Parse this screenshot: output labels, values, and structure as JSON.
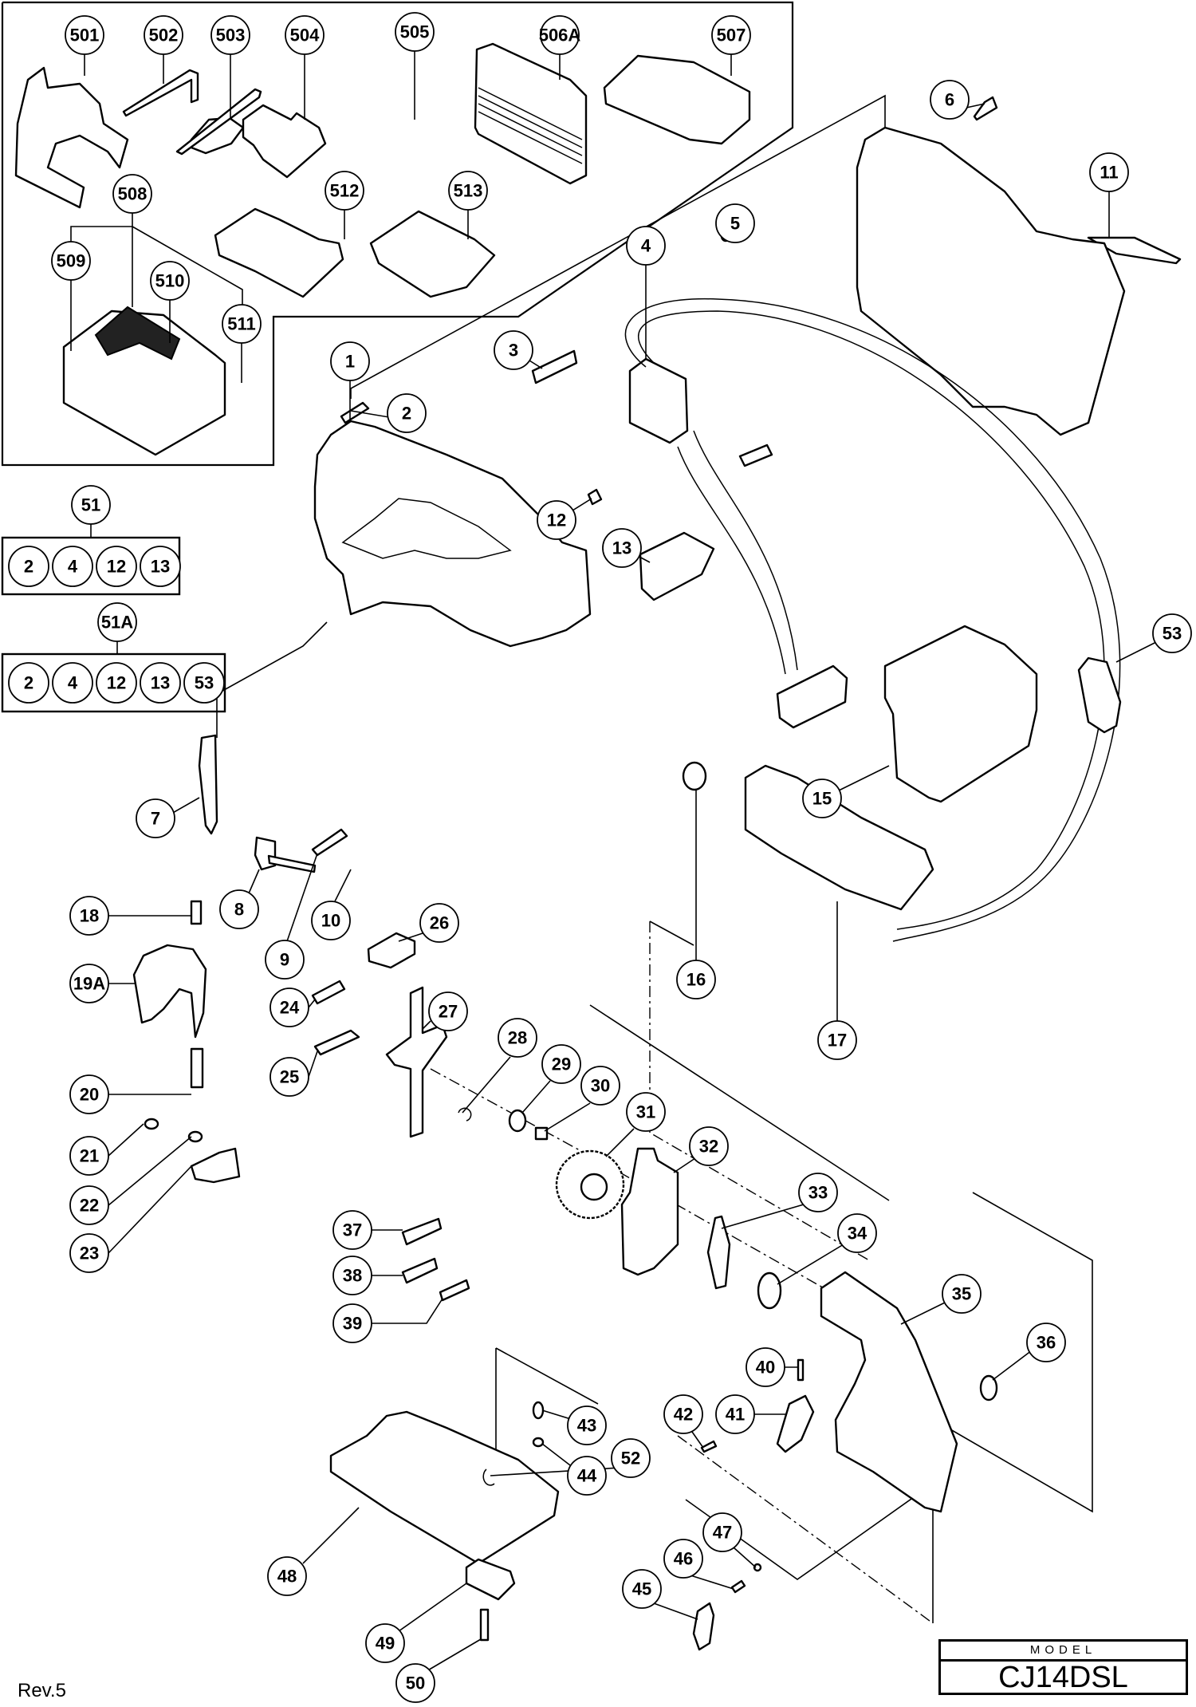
{
  "document": {
    "type": "exploded parts diagram",
    "model_label": "MODEL",
    "model": "CJ14DSL",
    "revision": "Rev.5"
  },
  "accessory_group": {
    "callouts": [
      "501",
      "502",
      "503",
      "504",
      "505",
      "506A",
      "507",
      "508",
      "509",
      "510",
      "511",
      "512",
      "513"
    ]
  },
  "main_callouts": [
    "1",
    "2",
    "3",
    "4",
    "5",
    "6",
    "7",
    "8",
    "9",
    "10",
    "11",
    "12",
    "13",
    "15",
    "16",
    "17",
    "18",
    "19A",
    "20",
    "21",
    "22",
    "23",
    "24",
    "25",
    "26",
    "27",
    "28",
    "29",
    "30",
    "31",
    "32",
    "33",
    "34",
    "35",
    "36",
    "37",
    "38",
    "39",
    "40",
    "41",
    "42",
    "43",
    "44",
    "45",
    "46",
    "47",
    "48",
    "49",
    "50",
    "52",
    "53"
  ],
  "kits": [
    {
      "id": "51",
      "contents": [
        "2",
        "4",
        "12",
        "13"
      ]
    },
    {
      "id": "51A",
      "contents": [
        "2",
        "4",
        "12",
        "13",
        "53"
      ]
    }
  ]
}
